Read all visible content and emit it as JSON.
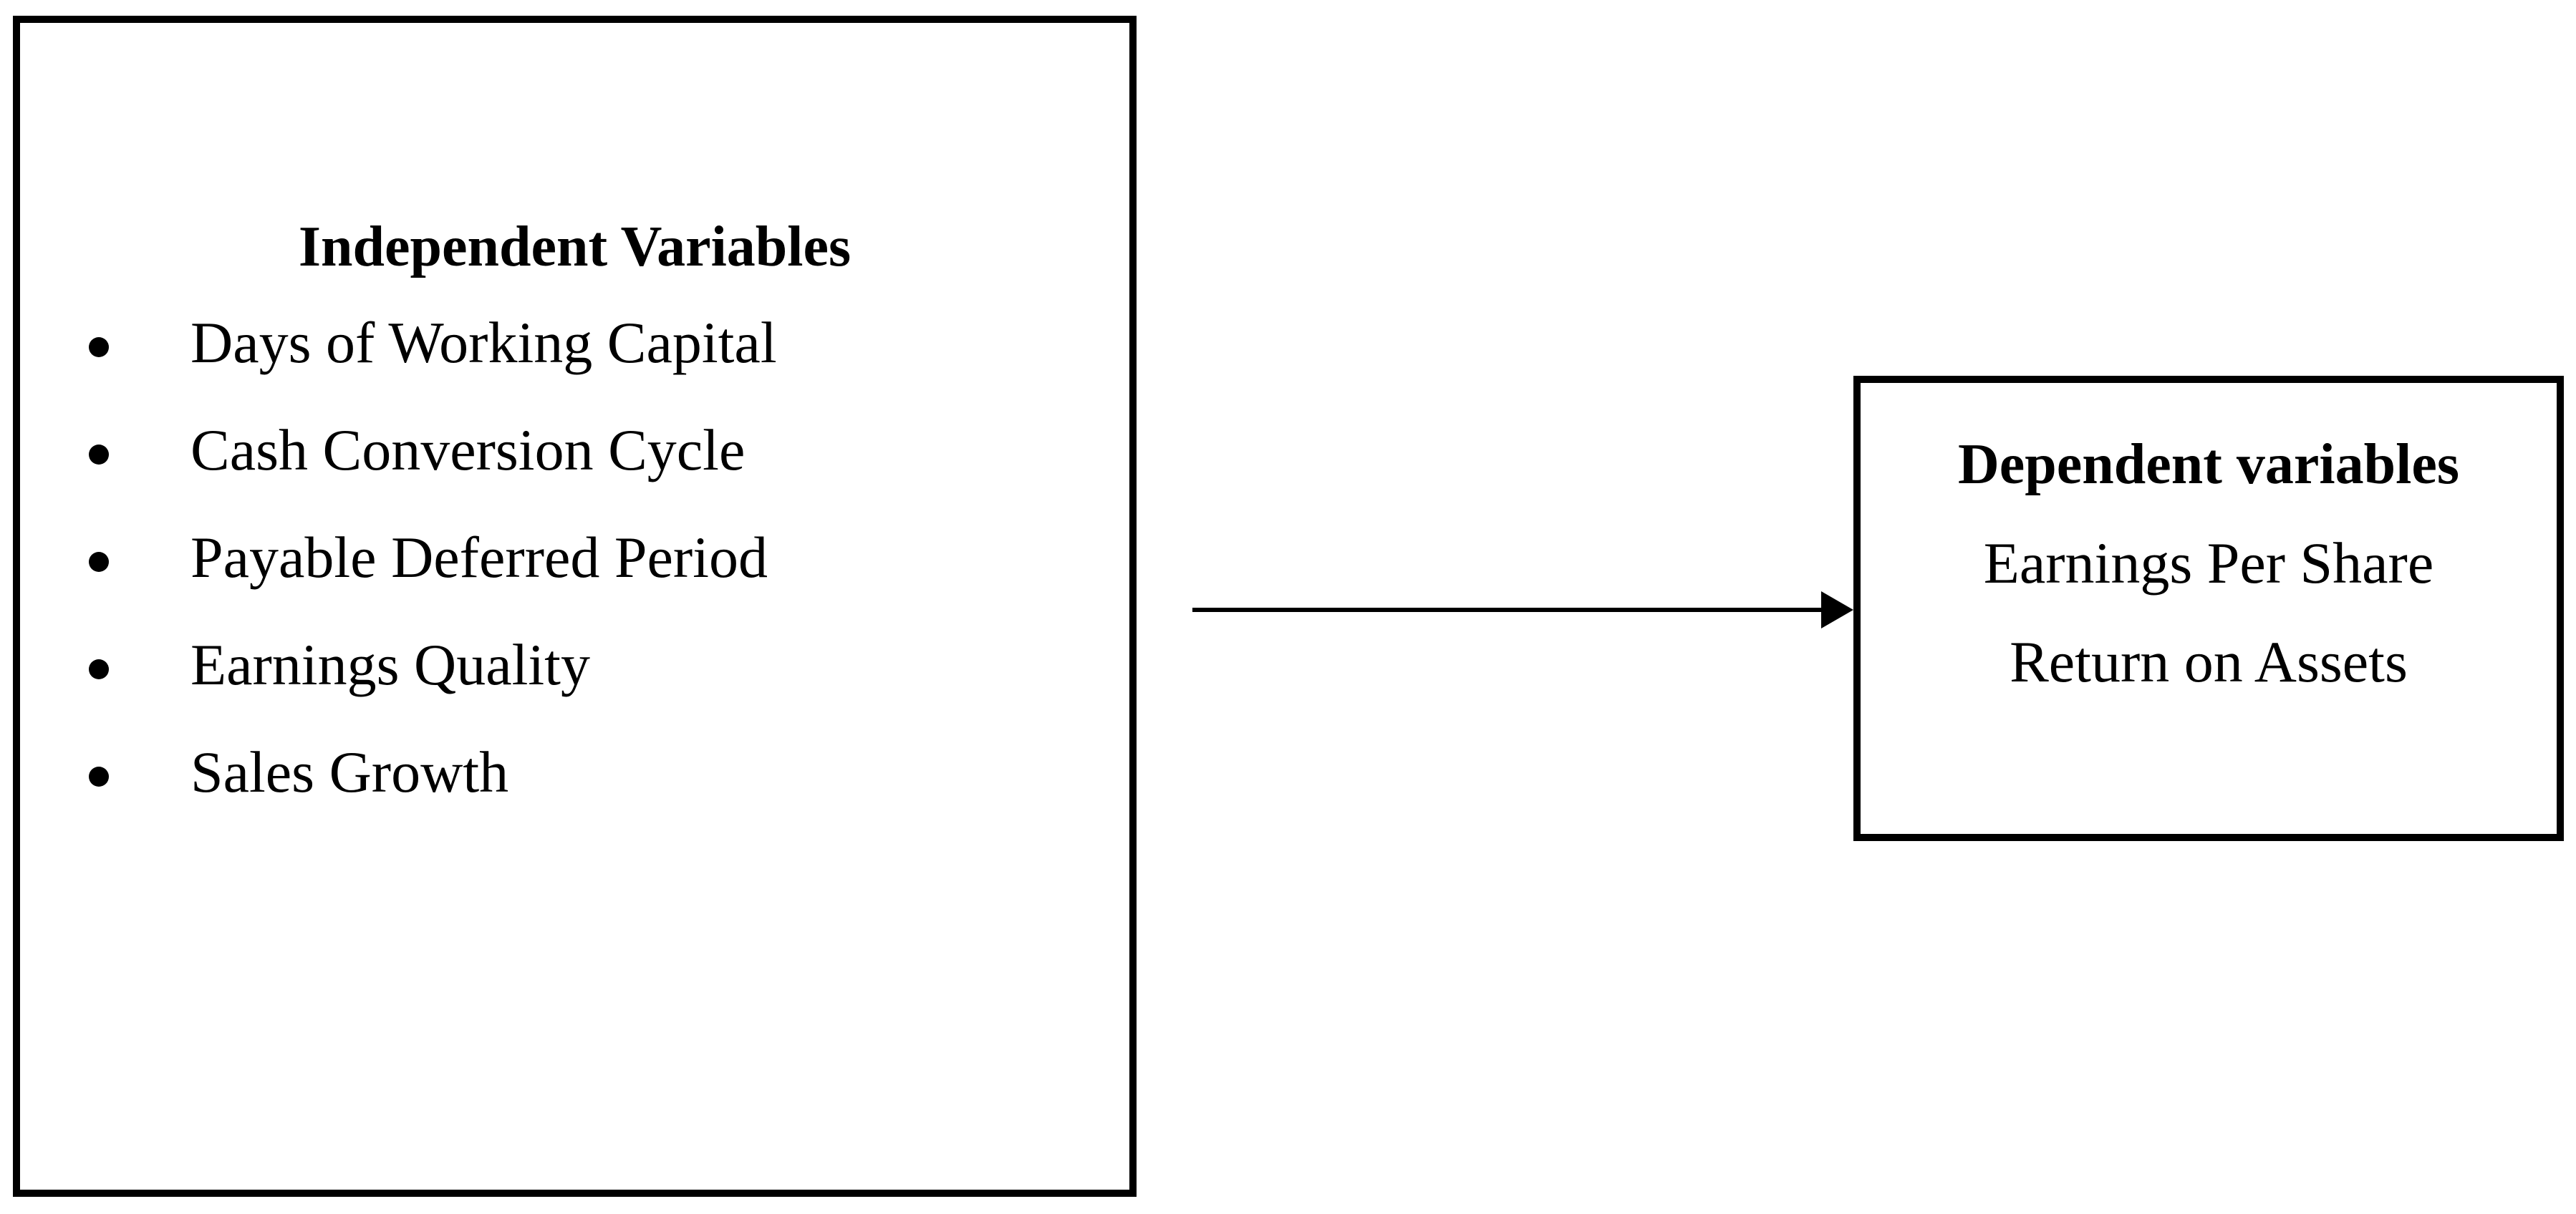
{
  "diagram": {
    "independent_box": {
      "title": "Independent Variables",
      "items": [
        "Days of Working Capital",
        "Cash Conversion Cycle",
        "Payable Deferred Period",
        "Earnings Quality",
        "Sales Growth"
      ]
    },
    "dependent_box": {
      "title": "Dependent variables",
      "items": [
        "Earnings Per Share",
        "Return on Assets"
      ]
    },
    "arrow": {
      "direction": "right",
      "from": "independent_box",
      "to": "dependent_box"
    },
    "colors": {
      "background": "#ffffff",
      "border": "#000000",
      "text": "#000000",
      "arrow": "#000000"
    }
  }
}
